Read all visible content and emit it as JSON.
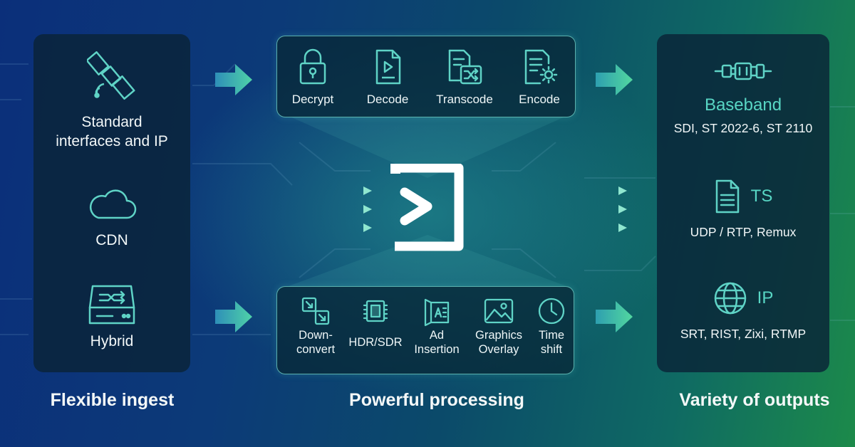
{
  "ingest": {
    "items": [
      {
        "label_line1": "Standard",
        "label_line2": "interfaces and IP",
        "icon": "satellite-icon"
      },
      {
        "label": "CDN",
        "icon": "cloud-icon"
      },
      {
        "label": "Hybrid",
        "icon": "hybrid-device-icon"
      }
    ],
    "caption": "Flexible ingest"
  },
  "processing": {
    "top": [
      {
        "label": "Decrypt",
        "icon": "lock-icon"
      },
      {
        "label": "Decode",
        "icon": "play-file-icon"
      },
      {
        "label": "Transcode",
        "icon": "shuffle-file-icon"
      },
      {
        "label": "Encode",
        "icon": "gear-file-icon"
      }
    ],
    "bottom": [
      {
        "line1": "Down-",
        "line2": "convert",
        "icon": "downconvert-icon"
      },
      {
        "line1": "HDR/SDR",
        "line2": "",
        "icon": "chip-icon"
      },
      {
        "line1": "Ad",
        "line2": "Insertion",
        "icon": "ad-insertion-icon"
      },
      {
        "line1": "Graphics",
        "line2": "Overlay",
        "icon": "image-icon"
      },
      {
        "line1": "Time",
        "line2": "shift",
        "icon": "clock-icon"
      }
    ],
    "caption": "Powerful processing"
  },
  "outputs": {
    "items": [
      {
        "title": "Baseband",
        "sub": "SDI, ST 2022-6, ST 2110",
        "icon": "connector-icon"
      },
      {
        "title": "TS",
        "sub": "UDP / RTP, Remux",
        "icon": "document-icon"
      },
      {
        "title": "IP",
        "sub": "SRT, RIST, Zixi, RTMP",
        "icon": "globe-icon"
      }
    ],
    "caption": "Variety of outputs"
  },
  "colors": {
    "accent": "#58d6c4",
    "arrow_start": "#2e8fb8",
    "arrow_end": "#4fd2a8"
  }
}
